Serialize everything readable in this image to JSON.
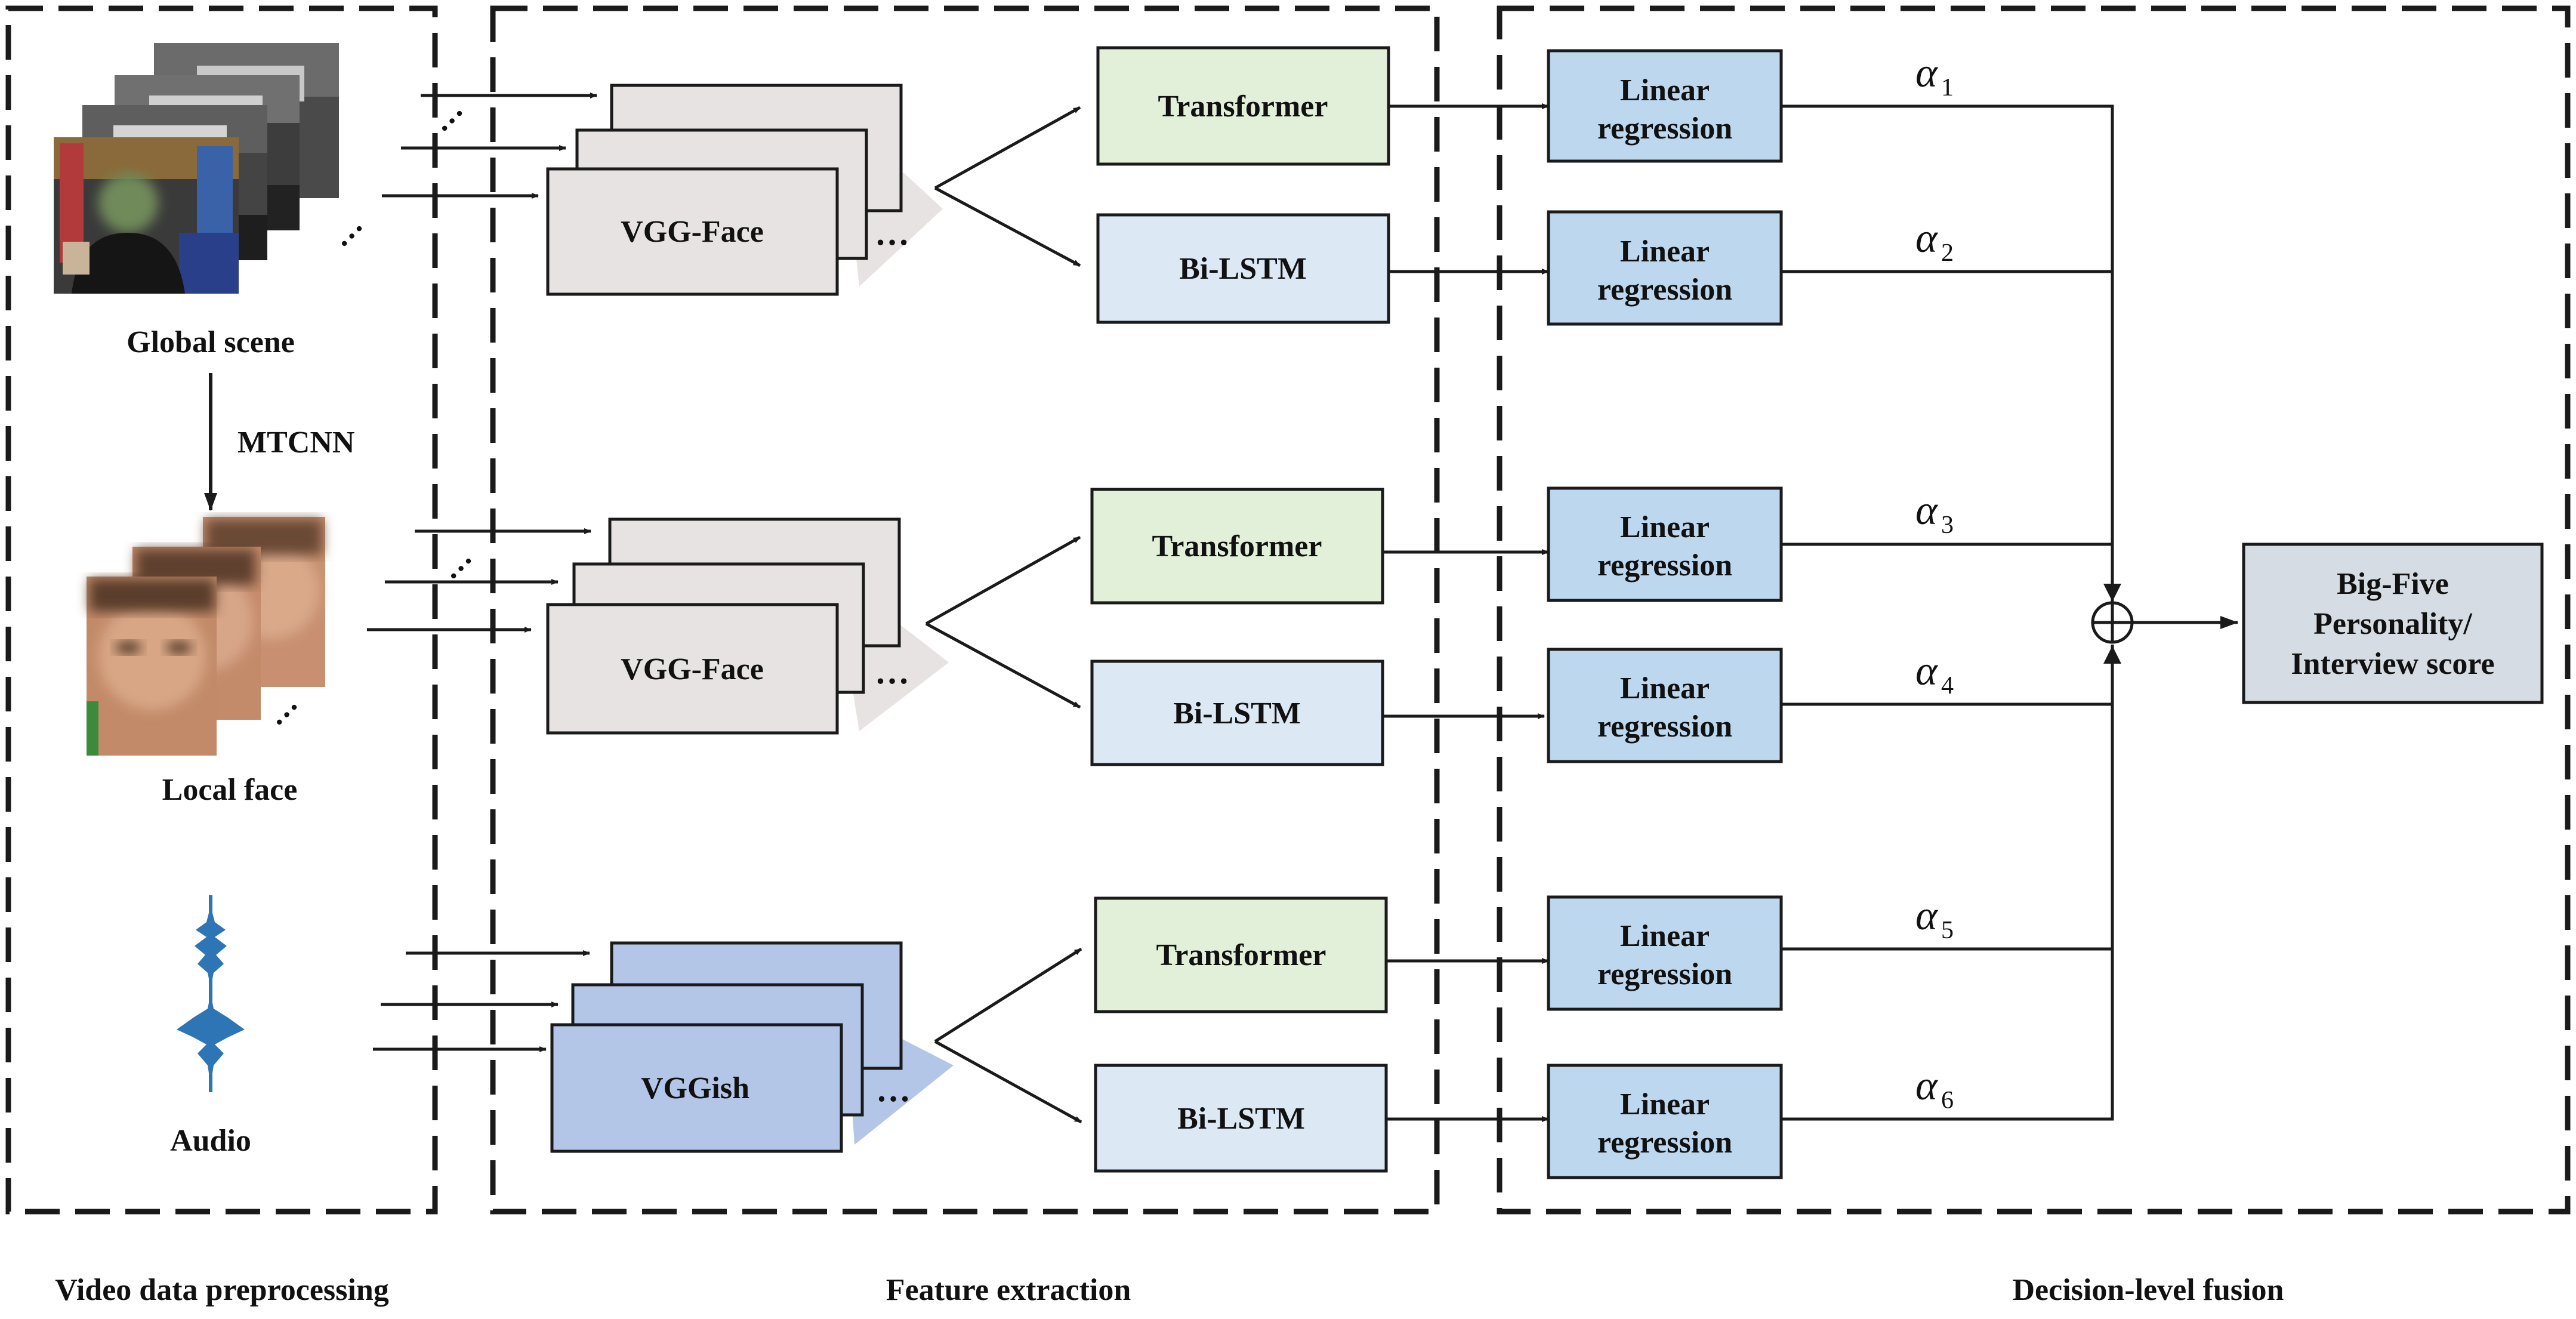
{
  "sections": {
    "preprocessing": "Video data preprocessing",
    "extraction": "Feature extraction",
    "fusion": "Decision-level fusion"
  },
  "inputs": {
    "global_scene": "Global scene",
    "mtcnn": "MTCNN",
    "local_face": "Local face",
    "audio": "Audio"
  },
  "extractors": {
    "vgg_face_1": "VGG-Face",
    "vgg_face_2": "VGG-Face",
    "vggish": "VGGish"
  },
  "temporal": {
    "transformer_1": "Transformer",
    "bilstm_1": "Bi-LSTM",
    "transformer_2": "Transformer",
    "bilstm_2": "Bi-LSTM",
    "transformer_3": "Transformer",
    "bilstm_3": "Bi-LSTM"
  },
  "regression": {
    "line1": "Linear",
    "line2": "regression"
  },
  "weights": {
    "symbol": "α",
    "subs": [
      "1",
      "2",
      "3",
      "4",
      "5",
      "6"
    ]
  },
  "output": {
    "line1": "Big-Five",
    "line2": "Personality/",
    "line3": "Interview score"
  },
  "ellipsis": "…",
  "colors": {
    "dark": "#1a1a1a",
    "vgg_face": "#e6e3e2",
    "vggish": "#b4c6e7",
    "transformer": "#e2efd9",
    "bilstm": "#dce9f5",
    "regression": "#bdd7ee",
    "output": "#d6dce4",
    "wave": "#2e75b6"
  }
}
